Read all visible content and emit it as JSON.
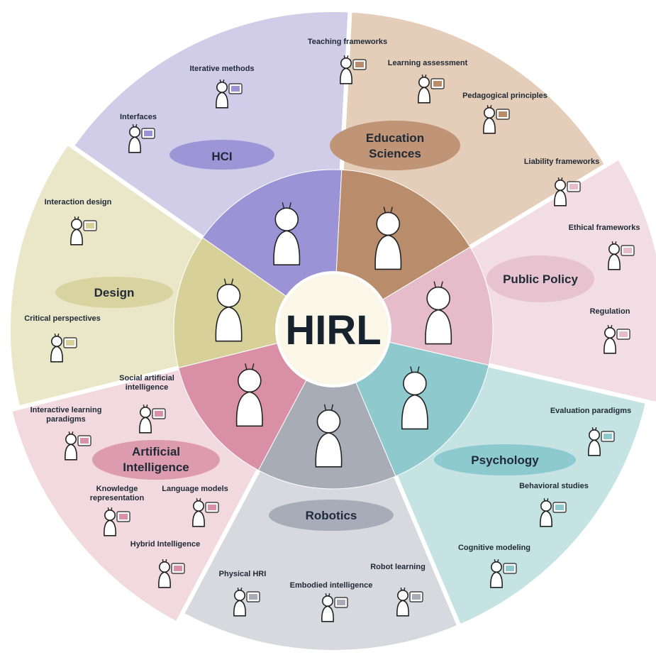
{
  "center": {
    "title": "HIRL"
  },
  "sectors": [
    {
      "id": "hci",
      "label": [
        "HCI"
      ],
      "color": "#d1cde9",
      "inner": "#9c92d6",
      "pill": "#9d95d6",
      "topics": [
        {
          "name": "Interfaces",
          "icon": "interfaces-icon"
        },
        {
          "name": "Iterative methods",
          "icon": "iterative-methods-icon"
        }
      ]
    },
    {
      "id": "education",
      "label": [
        "Education",
        "Sciences"
      ],
      "color": "#e4cdb9",
      "inner": "#b98d6b",
      "pill": "#c09476",
      "topics": [
        {
          "name": "Teaching frameworks",
          "icon": "teaching-icon"
        },
        {
          "name": "Learning assessment",
          "icon": "assessment-icon"
        },
        {
          "name": "Pedagogical principles",
          "icon": "pedagogy-icon"
        }
      ]
    },
    {
      "id": "policy",
      "label": [
        "Public Policy"
      ],
      "color": "#f2dde4",
      "inner": "#e6bcca",
      "pill": "#e7c2cf",
      "topics": [
        {
          "name": "Liability frameworks",
          "icon": "liability-icon"
        },
        {
          "name": "Ethical frameworks",
          "icon": "scales-icon"
        },
        {
          "name": "Regulation",
          "icon": "regulation-icon"
        }
      ]
    },
    {
      "id": "psychology",
      "label": [
        "Psychology"
      ],
      "color": "#c6e3e4",
      "inner": "#8dc9cd",
      "pill": "#8dcad0",
      "topics": [
        {
          "name": "Evaluation paradigms",
          "icon": "evaluation-icon"
        },
        {
          "name": "Behavioral studies",
          "icon": "behavior-icon"
        },
        {
          "name": "Cognitive modeling",
          "icon": "monitor-icon"
        }
      ]
    },
    {
      "id": "robotics",
      "label": [
        "Robotics"
      ],
      "color": "#d7d9de",
      "inner": "#a8acb6",
      "pill": "#a7adb8",
      "topics": [
        {
          "name": "Physical HRI",
          "icon": "physical-hri-icon"
        },
        {
          "name": "Embodied intelligence",
          "icon": "embodied-icon"
        },
        {
          "name": "Robot learning",
          "icon": "robot-learning-icon"
        }
      ]
    },
    {
      "id": "ai",
      "label": [
        "Artificial",
        "Intelligence"
      ],
      "color": "#f1d9df",
      "inner": "#d990a6",
      "pill": "#dc9bae",
      "topics": [
        {
          "name": "Social artificial intelligence",
          "icon": "social-ai-icon"
        },
        {
          "name": "Interactive learning paradigms",
          "icon": "interactive-learning-icon"
        },
        {
          "name": "Knowledge representation",
          "icon": "knowledge-graph-icon"
        },
        {
          "name": "Language models",
          "icon": "language-model-icon"
        },
        {
          "name": "Hybrid Intelligence",
          "icon": "hybrid-icon"
        }
      ]
    },
    {
      "id": "design",
      "label": [
        "Design"
      ],
      "color": "#eae7c9",
      "inner": "#d7d199",
      "pill": "#d9d3a0",
      "topics": [
        {
          "name": "Interaction design",
          "icon": "interaction-design-icon"
        },
        {
          "name": "Critical perspectives",
          "icon": "critical-icon"
        }
      ]
    }
  ]
}
